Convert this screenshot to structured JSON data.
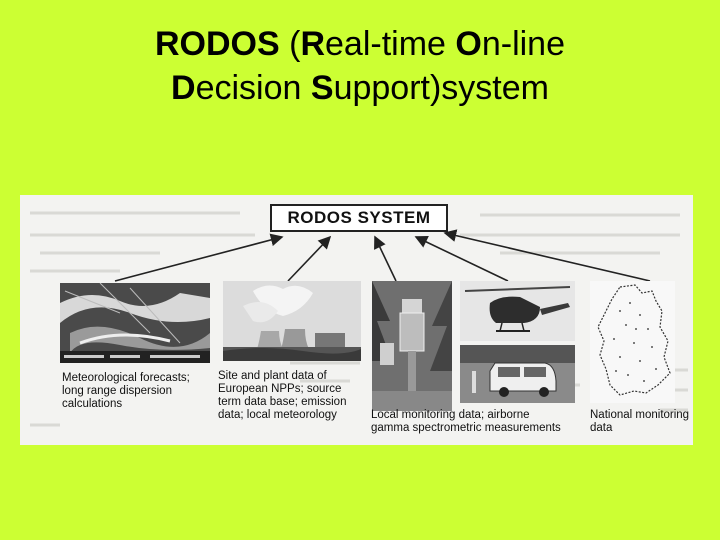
{
  "slide": {
    "title_line1_parts": [
      "RODOS",
      " (",
      "R",
      "eal-time ",
      "O",
      "n-line"
    ],
    "title_line2_parts": [
      "D",
      "ecision ",
      "S",
      "upport)system"
    ]
  },
  "diagram": {
    "central_node": "RODOS SYSTEM",
    "sources": [
      {
        "id": "meteorological",
        "image_icon": "satellite-weather-map-icon",
        "caption_lines": [
          "Meteorological forecasts;",
          "long range dispersion",
          "calculations"
        ]
      },
      {
        "id": "site-plant",
        "image_icon": "nuclear-plant-cooling-tower-icon",
        "caption_lines": [
          "Site and plant data of",
          "European NPPs; source",
          "term data base; emission",
          "data; local meteorology"
        ]
      },
      {
        "id": "local-monitoring",
        "image_icon": "monitoring-station-helicopter-van-icon",
        "caption_lines": [
          "Local monitoring data; airborne",
          "gamma spectrometric measurements"
        ]
      },
      {
        "id": "national-monitoring",
        "image_icon": "germany-map-icon",
        "caption_lines": [
          "National monitoring",
          "data"
        ]
      }
    ]
  },
  "colors": {
    "background": "#ccff33",
    "scan_background": "#f3f3f1",
    "ink": "#111111"
  }
}
